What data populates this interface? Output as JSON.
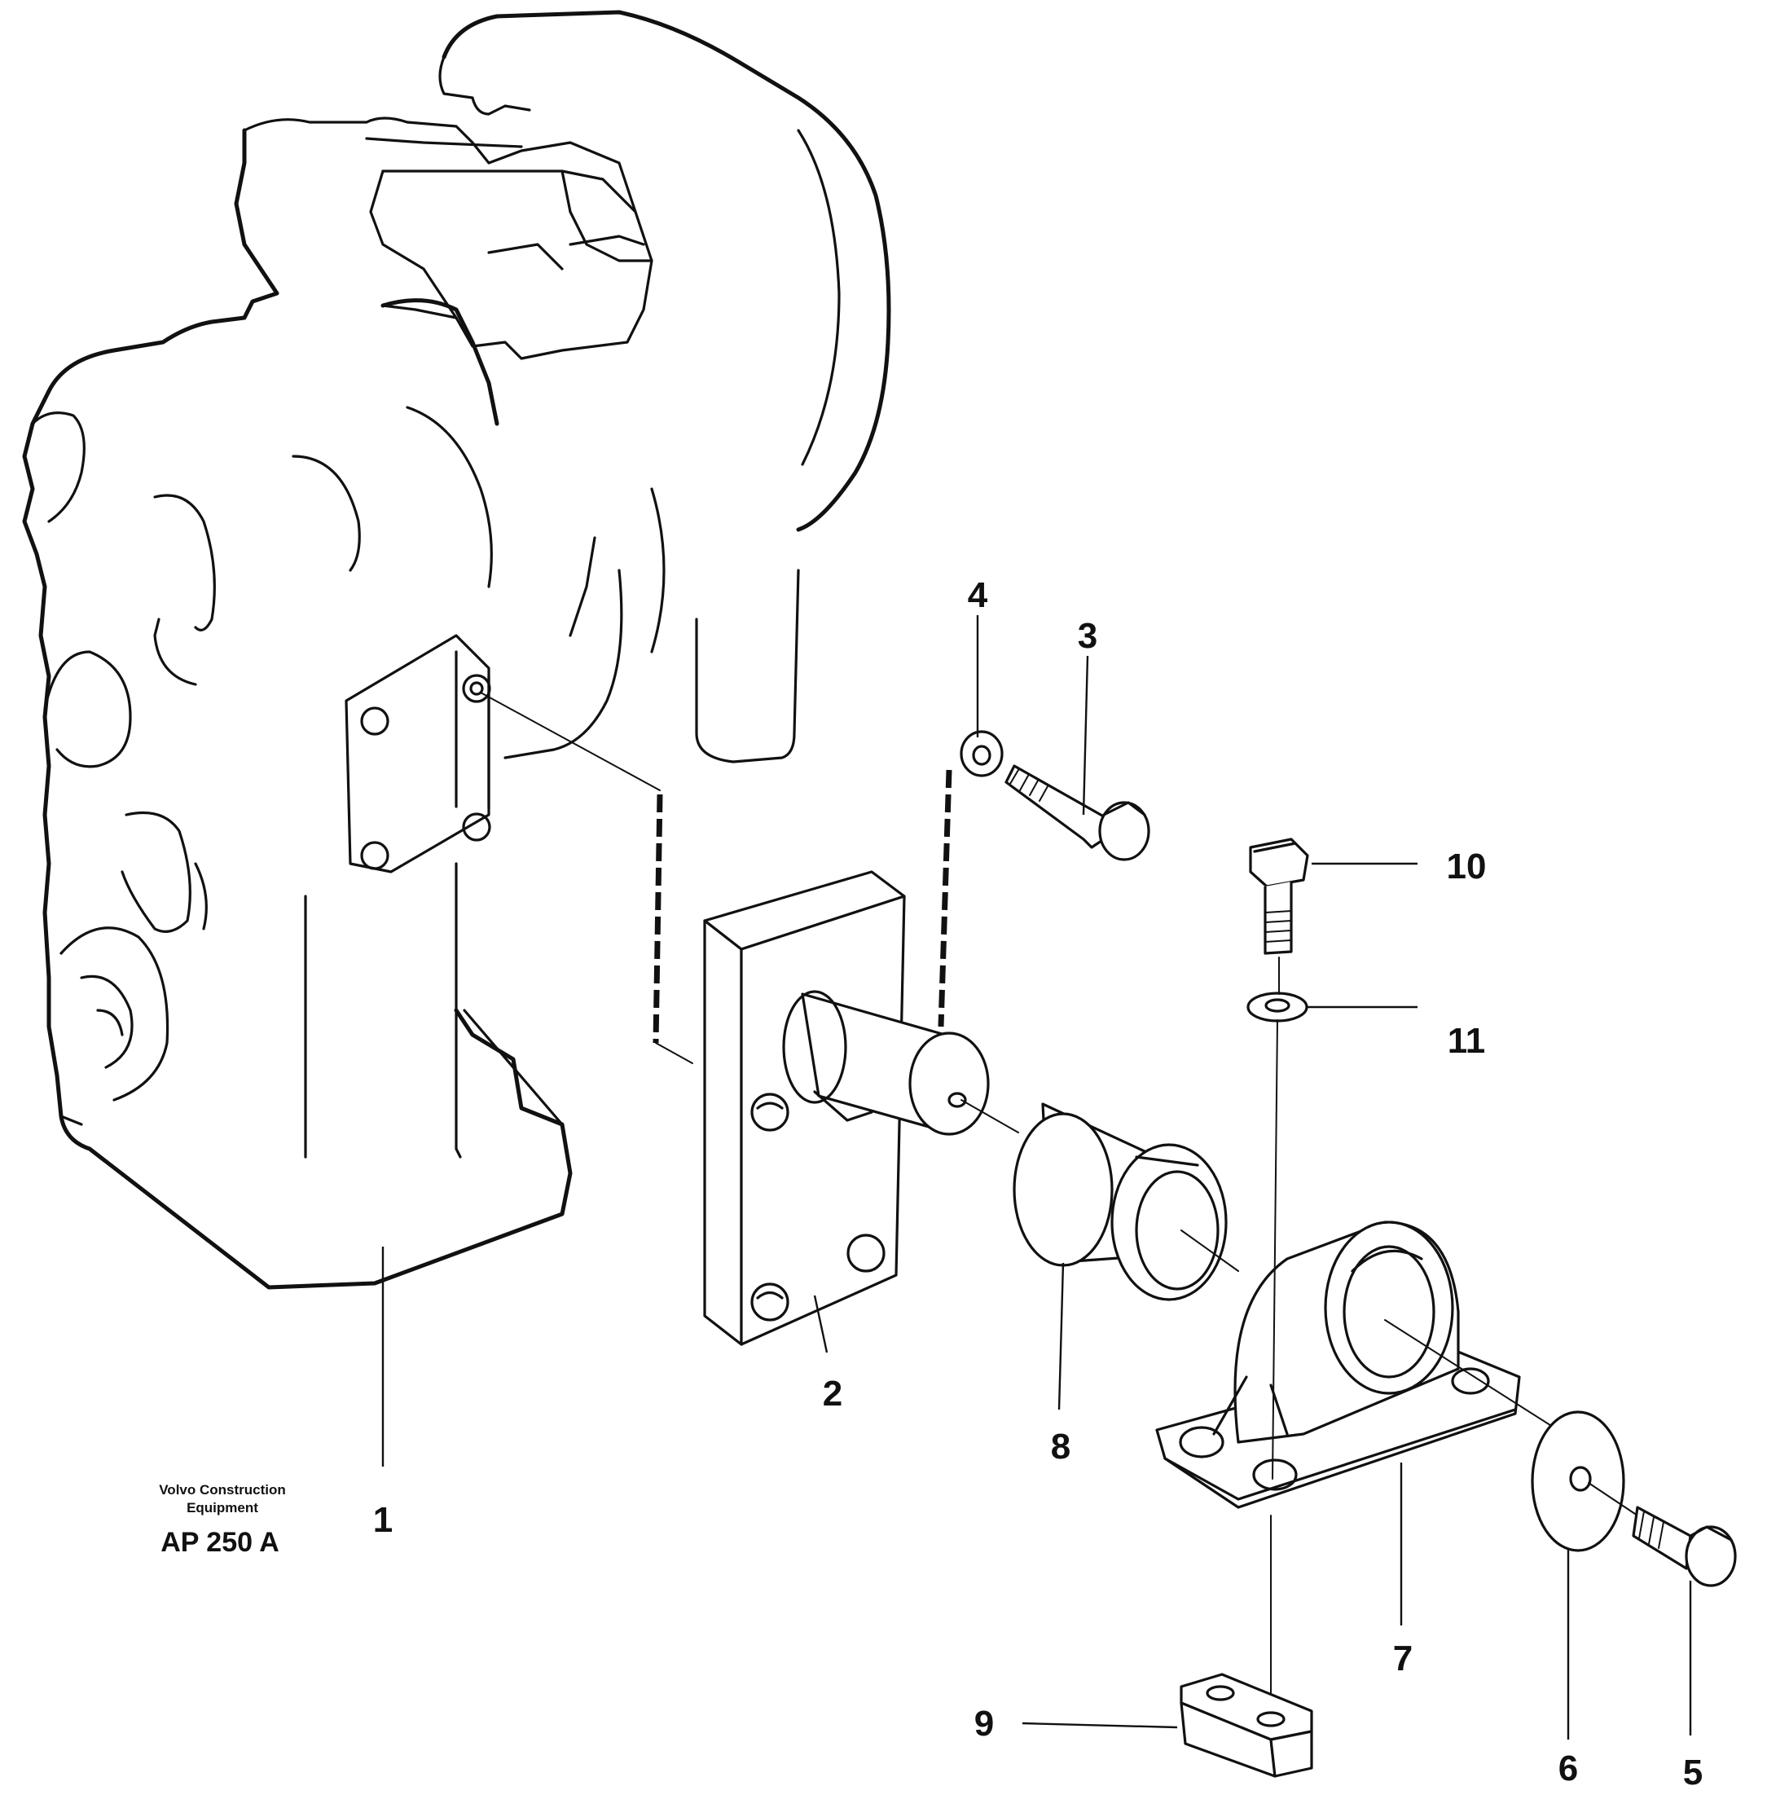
{
  "brand": {
    "line1": "Volvo Construction",
    "line2": "Equipment"
  },
  "drawing_code": "AP 250 A",
  "callouts": [
    {
      "id": "1",
      "label": "1",
      "part": "transmission-housing"
    },
    {
      "id": "2",
      "label": "2",
      "part": "bracket-plate"
    },
    {
      "id": "3",
      "label": "3",
      "part": "screw"
    },
    {
      "id": "4",
      "label": "4",
      "part": "washer"
    },
    {
      "id": "5",
      "label": "5",
      "part": "screw"
    },
    {
      "id": "6",
      "label": "6",
      "part": "washer"
    },
    {
      "id": "7",
      "label": "7",
      "part": "bearing-bracket"
    },
    {
      "id": "8",
      "label": "8",
      "part": "rubber-bushing"
    },
    {
      "id": "9",
      "label": "9",
      "part": "nut-plate"
    },
    {
      "id": "10",
      "label": "10",
      "part": "screw"
    },
    {
      "id": "11",
      "label": "11",
      "part": "washer"
    }
  ]
}
